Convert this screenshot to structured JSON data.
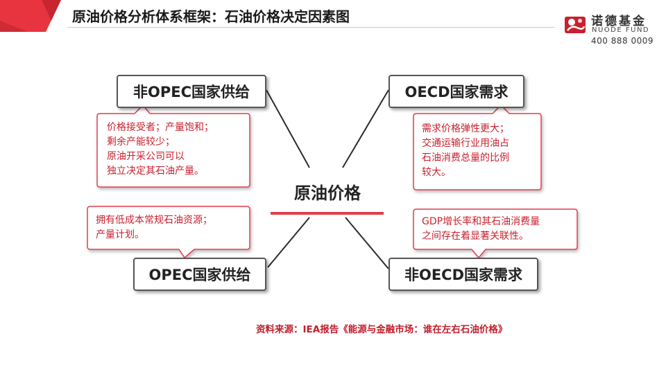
{
  "header": {
    "title": "原油价格分析体系框架：石油价格决定因素图"
  },
  "logo": {
    "name_zh": "诺德基金",
    "name_en": "NUODE FUND",
    "phone": "400 888 0009"
  },
  "diagram": {
    "center": "原油价格",
    "nodes": {
      "top_left": "非OPEC国家供给",
      "top_right": "OECD国家需求",
      "bottom_left": "OPEC国家供给",
      "bottom_right": "非OECD国家需求"
    },
    "callouts": {
      "top_left": [
        "价格接受者；产量饱和；",
        "剩余产能较少；",
        "原油开采公司可以",
        "独立决定其石油产量。"
      ],
      "top_right": [
        "需求价格弹性更大；",
        "交通运输行业用油占",
        "石油消费总量的比例",
        "较大。"
      ],
      "bottom_left": [
        "拥有低成本常规石油资源；",
        "产量计划。"
      ],
      "bottom_right": [
        "GDP增长率和其石油消费量",
        "之间存在着显著关联性。"
      ]
    },
    "colors": {
      "accent": "#e03c4c",
      "text_red": "#c8202e",
      "node_border": "#555555"
    }
  },
  "source": "资料来源：IEA报告《能源与金融市场：谁在左右石油价格》"
}
